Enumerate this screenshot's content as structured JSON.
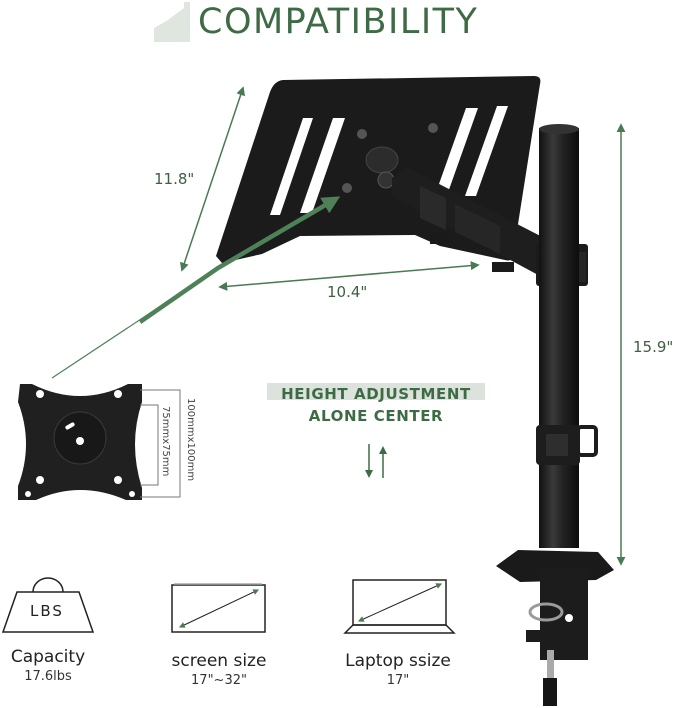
{
  "header": {
    "title": "COMPATIBILITY",
    "title_color": "#3e6b45",
    "flag_color": "#dfe5df"
  },
  "dimensions": {
    "tray_depth": "11.8\"",
    "tray_width": "10.4\"",
    "pole_height": "15.9\""
  },
  "vesa": {
    "large": "100mmx100mm",
    "small": "75mmx75mm"
  },
  "height_adjustment": {
    "line1": "HEIGHT  ADJUSTMENT",
    "line2": "ALONE CENTER",
    "arrows_icon": "up-down-arrows"
  },
  "features": [
    {
      "icon": "weight-icon",
      "icon_text": "LBS",
      "name": "Capacity",
      "value": "17.6lbs"
    },
    {
      "icon": "screen-icon",
      "name": "screen size",
      "value": "17\"~32\""
    },
    {
      "icon": "laptop-icon",
      "name": "Laptop ssize",
      "value": "17\""
    }
  ],
  "colors": {
    "accent_green": "#3e6b45",
    "dimension_green": "#4a7a52",
    "product_black": "#1c1c1c"
  }
}
